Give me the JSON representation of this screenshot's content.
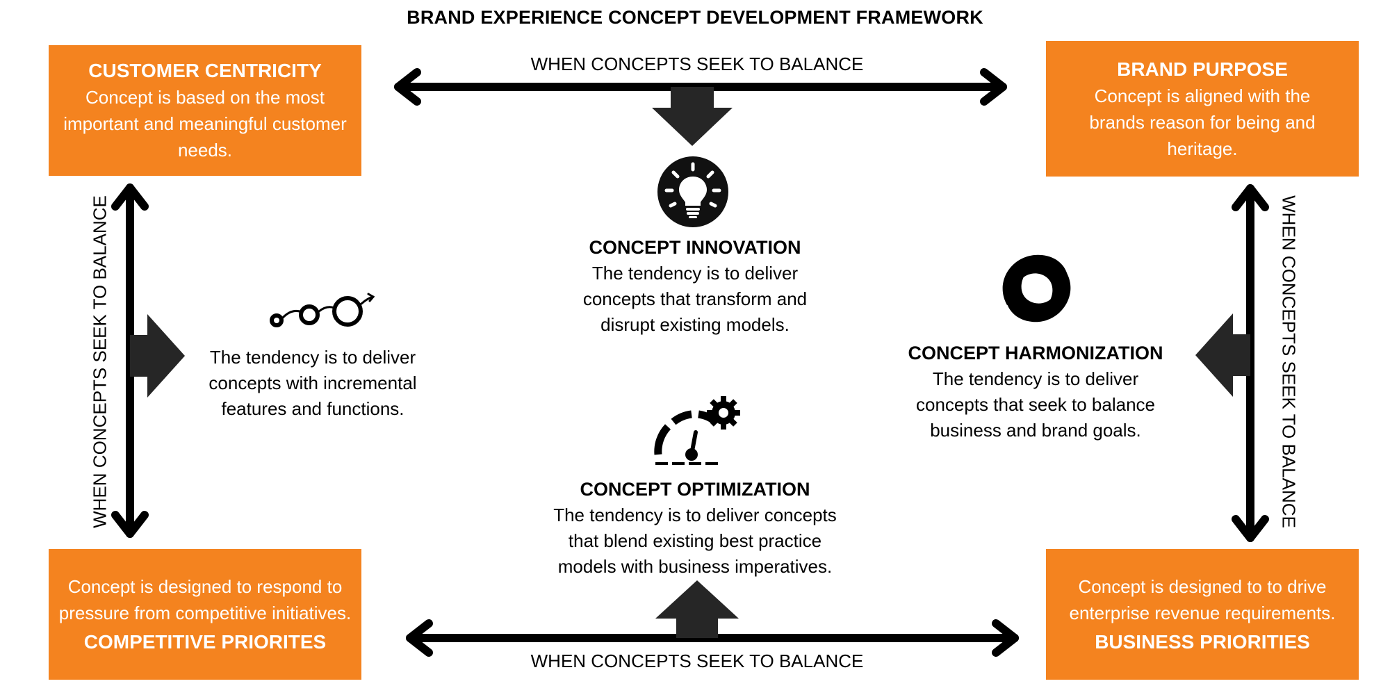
{
  "title": "BRAND EXPERIENCE CONCEPT DEVELOPMENT FRAMEWORK",
  "corners": {
    "customer_centricity": {
      "heading": "CUSTOMER CENTRICITY",
      "text": "Concept is based on the most important and meaningful customer needs."
    },
    "brand_purpose": {
      "heading": "BRAND PURPOSE",
      "text": "Concept is aligned with the brands reason for being and heritage."
    },
    "competitive_priorities": {
      "heading": "COMPETITIVE PRIORITES",
      "text": "Concept is designed to respond to pressure from competitive initiatives."
    },
    "business_priorities": {
      "heading": "BUSINESS PRIORITIES",
      "text": "Concept is designed to  to drive enterprise revenue requirements."
    }
  },
  "balance_labels": {
    "top": "WHEN CONCEPTS SEEK TO BALANCE",
    "bottom": "WHEN CONCEPTS SEEK TO BALANCE",
    "left": "WHEN CONCEPTS SEEK TO BALANCE",
    "right": "WHEN CONCEPTS SEEK TO BALANCE"
  },
  "concepts": {
    "innovation": {
      "heading": "CONCEPT INNOVATION",
      "text": "The tendency is to deliver concepts that transform and disrupt existing models.",
      "icon": "lightbulb-icon"
    },
    "incremental": {
      "text": "The tendency is to deliver concepts with incremental features and functions.",
      "icon": "growing-circles-icon"
    },
    "harmonization": {
      "heading": "CONCEPT HARMONIZATION",
      "text": "The tendency is to deliver concepts that seek to balance business and brand goals.",
      "icon": "swirl-icon"
    },
    "optimization": {
      "heading": "CONCEPT OPTIMIZATION",
      "text": "The tendency is to deliver concepts that blend existing best practice models with business imperatives.",
      "icon": "gauge-gear-icon"
    }
  },
  "colors": {
    "accent": "#f4831f",
    "arrow": "#000000",
    "pointer": "#262626"
  }
}
